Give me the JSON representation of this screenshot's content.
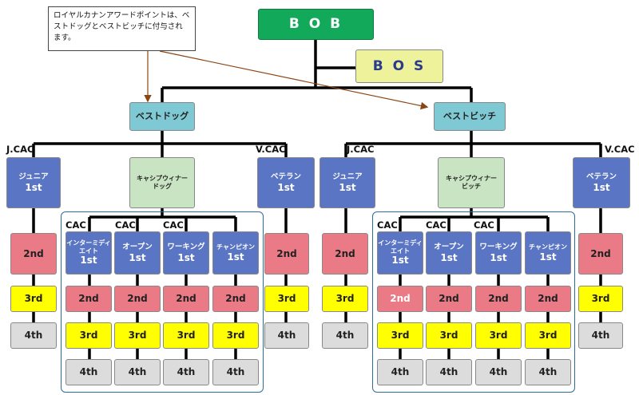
{
  "note_text": "ロイヤルカナンアワードポイントは、ベストドッグとベストビッチに付与されます。",
  "bob": "B O B",
  "bos": "B O S",
  "best_dog": "ベストドッグ",
  "best_bitch": "ベストビッチ",
  "left": {
    "jcac": "J.CAC",
    "vcac": "V.CAC",
    "junior": "ジュニア",
    "junior_rank": "1st",
    "veteran": "ベテラン",
    "veteran_rank": "1st",
    "winner_line1": "キャシプウィナー",
    "winner_line2": "ドッグ",
    "classes": [
      {
        "cac": "CAC",
        "name": "インターミディエイト",
        "rank": "1st"
      },
      {
        "cac": "CAC",
        "name": "オープン",
        "rank": "1st"
      },
      {
        "cac": "CAC",
        "name": "ワーキング",
        "rank": "1st"
      },
      {
        "name": "チャンピオン",
        "rank": "1st"
      }
    ]
  },
  "right": {
    "jcac": "J.CAC",
    "vcac": "V.CAC",
    "junior": "ジュニア",
    "junior_rank": "1st",
    "veteran": "ベテラン",
    "veteran_rank": "1st",
    "winner_line1": "キャシプウィナー",
    "winner_line2": "ビッチ",
    "classes": [
      {
        "cac": "CAC",
        "name": "インターミディエイト",
        "rank": "1st"
      },
      {
        "cac": "CAC",
        "name": "オープン",
        "rank": "1st"
      },
      {
        "cac": "CAC",
        "name": "ワーキング",
        "rank": "1st"
      },
      {
        "name": "チャンピオン",
        "rank": "1st"
      }
    ]
  },
  "ranks": {
    "second": "2nd",
    "third": "3rd",
    "fourth": "4th"
  },
  "colors": {
    "bob": "#12a95a",
    "bos": "#eef29a",
    "best": "#7ec9d3",
    "first": "#5a75c3",
    "second": "#ea7a85",
    "third": "#ffff00",
    "fourth": "#dcdcdc",
    "winner": "#c9e4c3"
  }
}
